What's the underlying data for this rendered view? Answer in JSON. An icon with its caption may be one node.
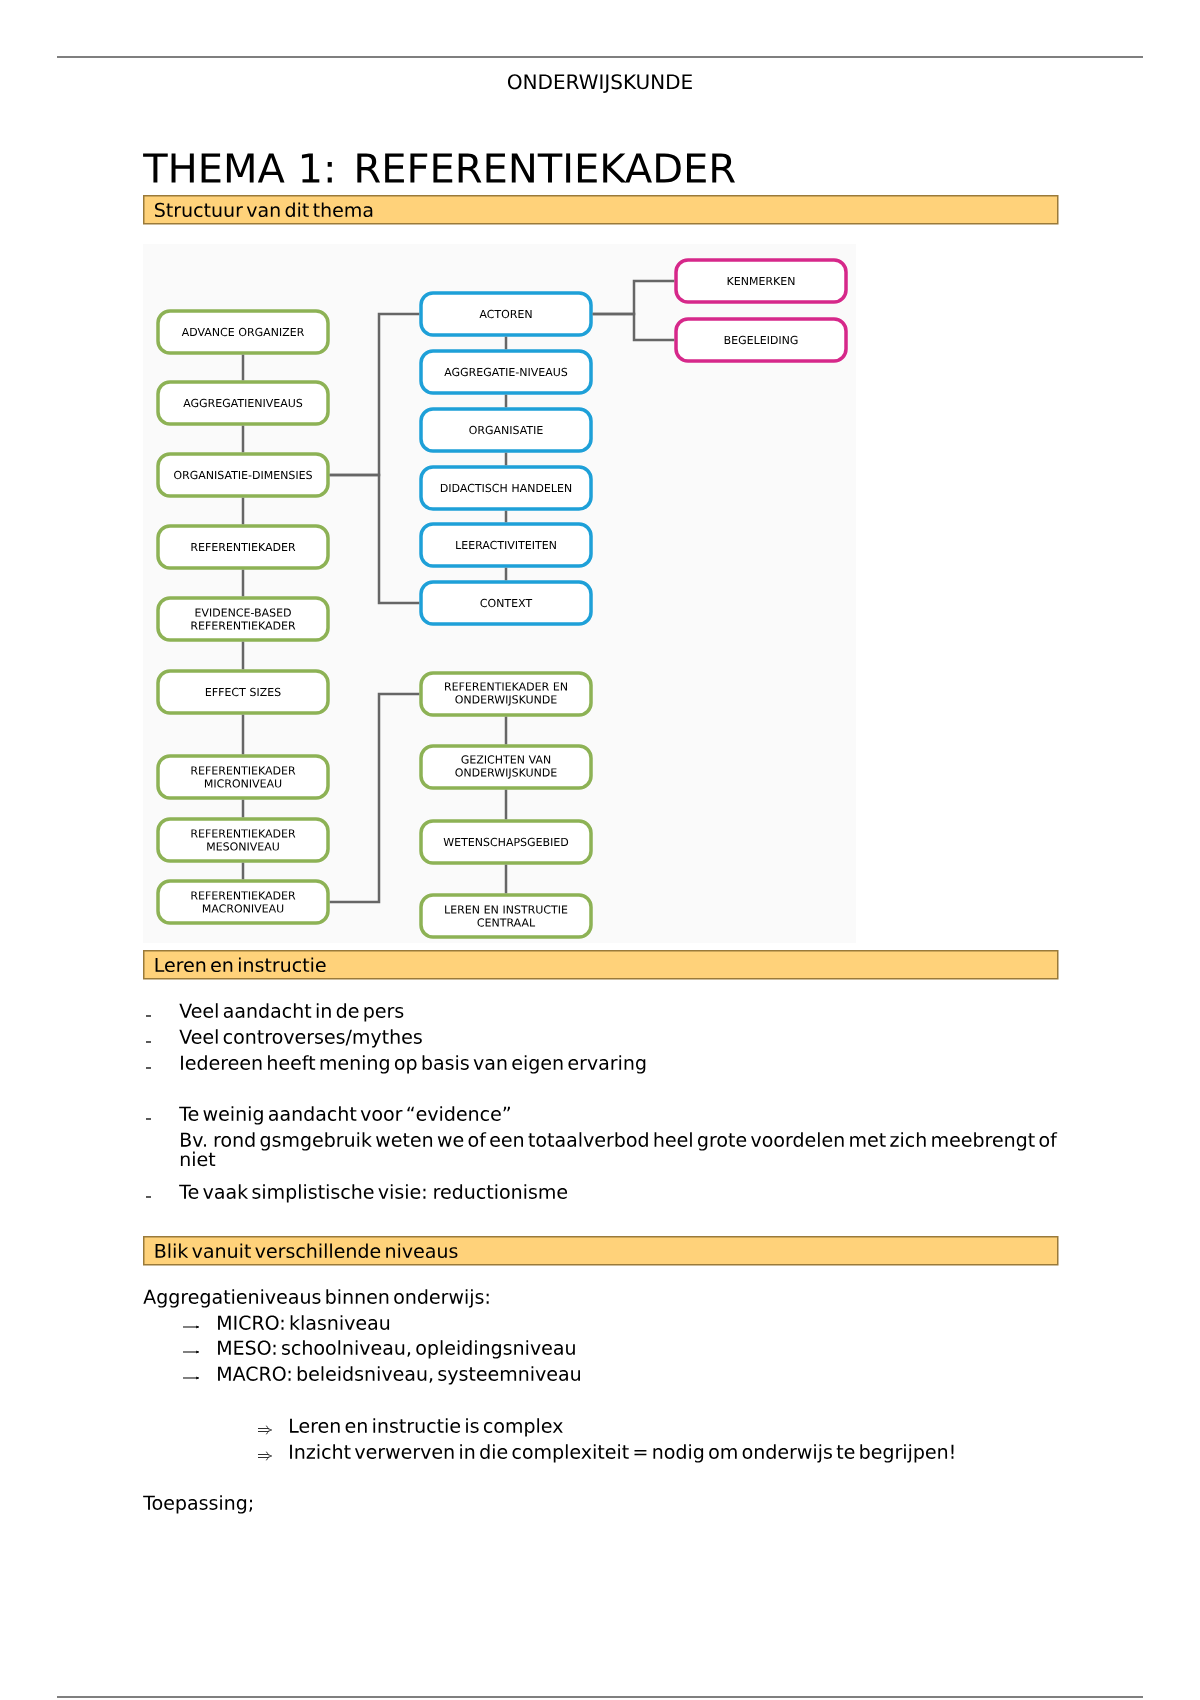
{
  "diagram": {
    "title": "THEMA 1: REFERENTIEKADER",
    "nodes": [
      {
        "text": [
          "ADVANCE ORGANIZER"
        ]
      },
      {
        "text": [
          "AGGREGATIENIVEAUS"
        ]
      },
      {
        "text": [
          "ORGANISATIE-DIMENSIES"
        ]
      },
      {
        "text": [
          "REFERENTIEKADER"
        ]
      },
      {
        "text": [
          "EVIDENCE-BASED REFERENTIEKADER"
        ]
      },
      {
        "text": [
          "EFFECT SIZES"
        ]
      },
      {
        "text": [
          "REFERENTIEKADER MICRONIVEAU"
        ]
      },
      {
        "text": [
          "REFERENTIEKADER MESONIVEAU"
        ]
      },
      {
        "text": [
          "REFERENTIEKADER MACRONIVEAU"
        ]
      },
      {
        "text": [
          "ACTOREN"
        ]
      },
      {
        "text": [
          "AGGREGATIE-NIVEAUS"
        ]
      },
      {
        "text": [
          "ORGANISATIE"
        ]
      },
      {
        "text": [
          "DIDACTISCH HANDELEN"
        ]
      },
      {
        "text": [
          "LEERACTIVITEITEN"
        ]
      },
      {
        "text": [
          "CONTEXT"
        ]
      },
      {
        "text": [
          "KENMERKEN"
        ]
      },
      {
        "text": [
          "BEGELEIDING"
        ]
      },
      {
        "text": [
          "REFERENTIEKADER EN ONDERWIJSKUNDE"
        ]
      },
      {
        "text": [
          "GEZICHTEN VAN ONDERWIJSKUNDE"
        ]
      },
      {
        "text": [
          "WETENSCHAPSGEBIED"
        ]
      },
      {
        "text": [
          "LEREN EN INSTRUCTIE CENTRAAL"
        ]
      }
    ],
    "edges": [
      {
        "from": 0,
        "to": 1,
        "arrow": "none"
      },
      {
        "from": 1,
        "to": 2,
        "arrow": "none"
      },
      {
        "from": 2,
        "to": 3,
        "arrow": "none"
      },
      {
        "from": 3,
        "to": 4,
        "arrow": "none"
      },
      {
        "from": 4,
        "to": 5,
        "arrow": "none"
      },
      {
        "from": 5,
        "to": 6,
        "arrow": "none"
      },
      {
        "from": 6,
        "to": 7,
        "arrow": "none"
      },
      {
        "from": 7,
        "to": 8,
        "arrow": "none"
      },
      {
        "from": 2,
        "to": 9,
        "arrow": "none"
      },
      {
        "from": 2,
        "to": 14,
        "arrow": "none"
      },
      {
        "from": 9,
        "to": 10,
        "arrow": "none"
      },
      {
        "from": 10,
        "to": 11,
        "arrow": "none"
      },
      {
        "from": 11,
        "to": 12,
        "arrow": "none"
      },
      {
        "from": 12,
        "to": 13,
        "arrow": "none"
      },
      {
        "from": 13,
        "to": 14,
        "arrow": "none"
      },
      {
        "from": 9,
        "to": 15,
        "arrow": "none"
      },
      {
        "from": 9,
        "to": 16,
        "arrow": "none"
      },
      {
        "from": 8,
        "to": 17,
        "arrow": "none"
      },
      {
        "from": 17,
        "to": 18,
        "arrow": "none"
      },
      {
        "from": 18,
        "to": 19,
        "arrow": "none"
      },
      {
        "from": 19,
        "to": 20,
        "arrow": "none"
      }
    ],
    "labels": [
      "ONDERWIJSKUNDE",
      "Structuur van dit thema",
      "Leren en instructie",
      "Veel aandacht in de pers",
      "Veel controverses/mythes",
      "Iedereen heeft mening op basis van eigen ervaring",
      "Te weinig aandacht voor “evidence”",
      "Bv. rond gsmgebruik weten we of een totaalverbod heel grote voordelen met zich meebrengt of niet",
      "Te vaak simplistische visie: reductionisme",
      "Blik vanuit verschillende niveaus",
      "Aggregatieniveaus binnen onderwijs:",
      "MICRO: klasniveau",
      "MESO: schoolniveau, opleidingsniveau",
      "MACRO: beleidsniveau, systeemniveau",
      "Leren en instructie is complex",
      "Inzicht verwerven in die complexiteit = nodig om onderwijs te begrijpen!",
      "Toepassing;"
    ]
  }
}
